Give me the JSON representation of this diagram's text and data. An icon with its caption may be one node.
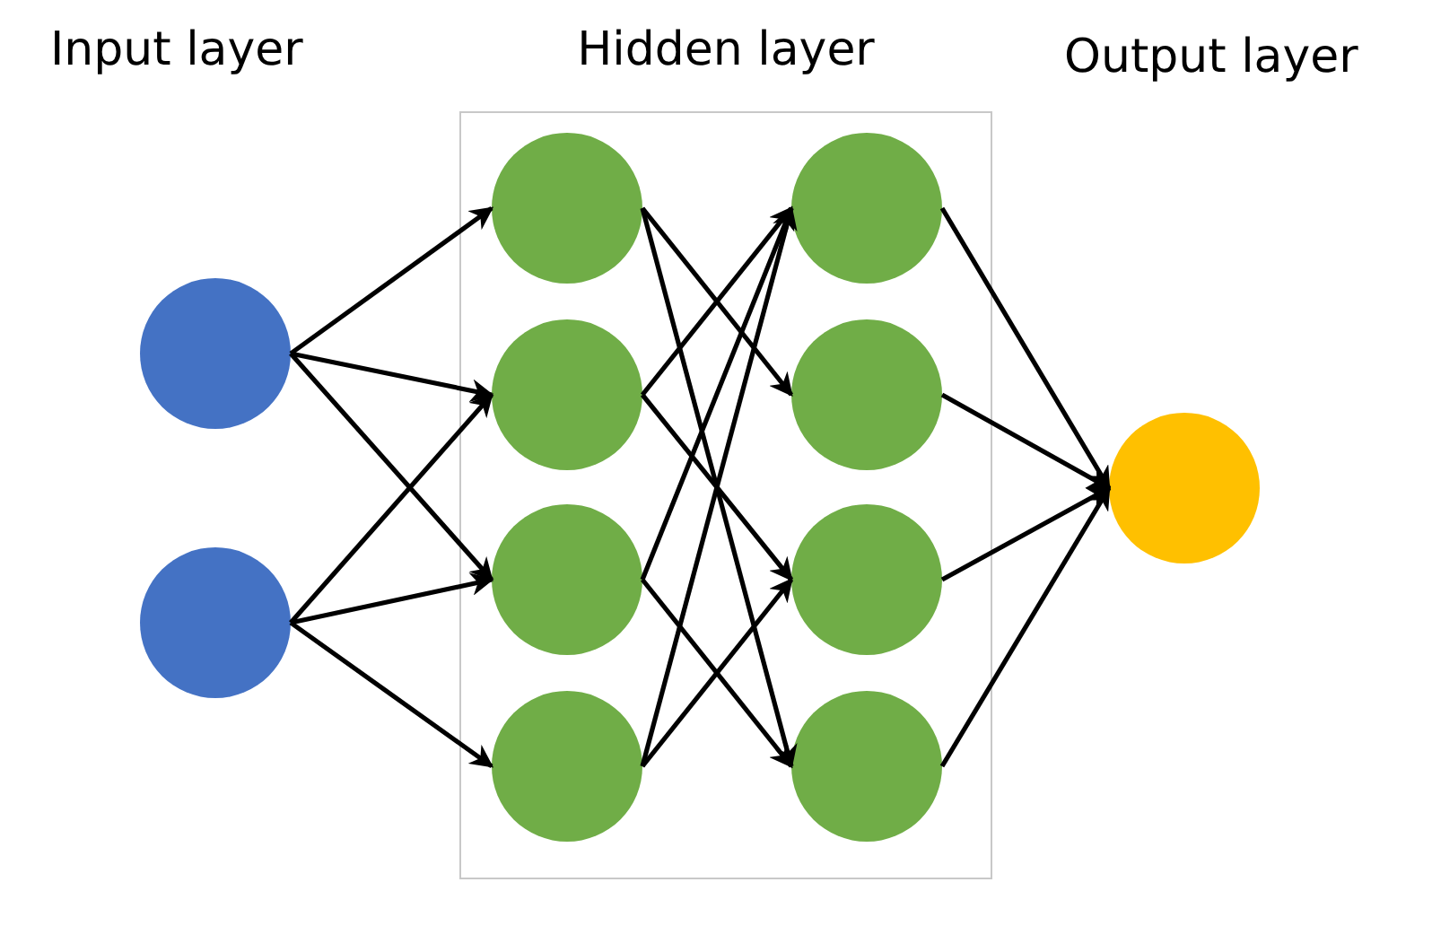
{
  "diagram": {
    "nodes": [
      {
        "text": [
          "Hidden layer"
        ]
      },
      {
        "text": [],
        "shape": "circle"
      },
      {
        "text": [],
        "shape": "circle"
      },
      {
        "text": [],
        "shape": "circle",
        "in": 0
      },
      {
        "text": [],
        "shape": "circle",
        "in": 0
      },
      {
        "text": [],
        "shape": "circle",
        "in": 0
      },
      {
        "text": [],
        "shape": "circle",
        "in": 0
      },
      {
        "text": [],
        "shape": "circle",
        "in": 0
      },
      {
        "text": [],
        "shape": "circle",
        "in": 0
      },
      {
        "text": [],
        "shape": "circle",
        "in": 0
      },
      {
        "text": [],
        "shape": "circle",
        "in": 0
      },
      {
        "text": [],
        "shape": "circle"
      }
    ],
    "edges": [
      {
        "from": 1,
        "to": 3,
        "arrow": "to"
      },
      {
        "from": 1,
        "to": 4,
        "arrow": "to"
      },
      {
        "from": 1,
        "to": 5,
        "arrow": "to"
      },
      {
        "from": 2,
        "to": 4,
        "arrow": "to"
      },
      {
        "from": 2,
        "to": 5,
        "arrow": "to"
      },
      {
        "from": 2,
        "to": 6,
        "arrow": "to"
      },
      {
        "from": 3,
        "to": 8,
        "arrow": "to"
      },
      {
        "from": 3,
        "to": 10,
        "arrow": "to"
      },
      {
        "from": 4,
        "to": 7,
        "arrow": "to"
      },
      {
        "from": 4,
        "to": 9,
        "arrow": "to"
      },
      {
        "from": 5,
        "to": 7,
        "arrow": "to"
      },
      {
        "from": 5,
        "to": 10,
        "arrow": "to"
      },
      {
        "from": 6,
        "to": 7,
        "arrow": "to"
      },
      {
        "from": 6,
        "to": 9,
        "arrow": "to"
      },
      {
        "from": 7,
        "to": 11,
        "arrow": "to"
      },
      {
        "from": 8,
        "to": 11,
        "arrow": "to"
      },
      {
        "from": 9,
        "to": 11,
        "arrow": "to"
      },
      {
        "from": 10,
        "to": 11,
        "arrow": "to"
      }
    ],
    "labels": [
      "Input layer",
      "Output layer"
    ]
  }
}
